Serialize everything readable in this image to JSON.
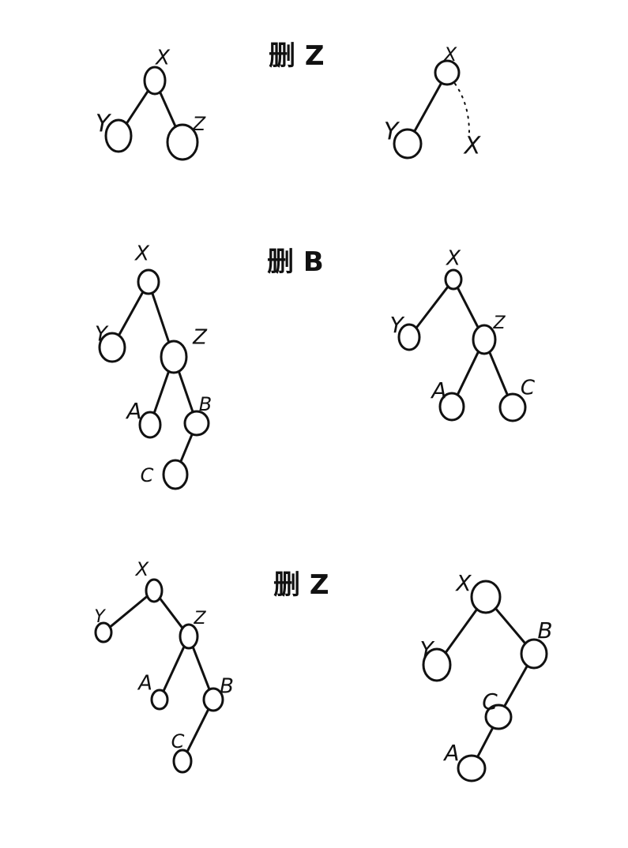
{
  "ink_color": "#111111",
  "diagrams": [
    {
      "title": "删 Z",
      "before": {
        "nodes": [
          {
            "id": "X",
            "label": "X"
          },
          {
            "id": "Y",
            "label": "Y"
          },
          {
            "id": "Z",
            "label": "Z"
          }
        ],
        "edges": [
          [
            "X",
            "Y"
          ],
          [
            "X",
            "Z"
          ]
        ]
      },
      "after": {
        "nodes": [
          {
            "id": "X",
            "label": "X"
          },
          {
            "id": "Y",
            "label": "Y"
          }
        ],
        "edges": [
          [
            "X",
            "Y"
          ]
        ],
        "removed_marker": "X"
      }
    },
    {
      "title": "删 B",
      "before": {
        "nodes": [
          {
            "id": "X",
            "label": "X"
          },
          {
            "id": "Y",
            "label": "Y"
          },
          {
            "id": "Z",
            "label": "Z"
          },
          {
            "id": "A",
            "label": "A"
          },
          {
            "id": "B",
            "label": "B"
          },
          {
            "id": "C",
            "label": "C"
          }
        ],
        "edges": [
          [
            "X",
            "Y"
          ],
          [
            "X",
            "Z"
          ],
          [
            "Z",
            "A"
          ],
          [
            "Z",
            "B"
          ],
          [
            "B",
            "C"
          ]
        ]
      },
      "after": {
        "nodes": [
          {
            "id": "X",
            "label": "X"
          },
          {
            "id": "Y",
            "label": "Y"
          },
          {
            "id": "Z",
            "label": "Z"
          },
          {
            "id": "A",
            "label": "A"
          },
          {
            "id": "C",
            "label": "C"
          }
        ],
        "edges": [
          [
            "X",
            "Y"
          ],
          [
            "X",
            "Z"
          ],
          [
            "Z",
            "A"
          ],
          [
            "Z",
            "C"
          ]
        ]
      }
    },
    {
      "title": "删 Z",
      "before": {
        "nodes": [
          {
            "id": "X",
            "label": "X"
          },
          {
            "id": "Y",
            "label": "Y"
          },
          {
            "id": "Z",
            "label": "Z"
          },
          {
            "id": "A",
            "label": "A"
          },
          {
            "id": "B",
            "label": "B"
          },
          {
            "id": "C",
            "label": "C"
          }
        ],
        "edges": [
          [
            "X",
            "Y"
          ],
          [
            "X",
            "Z"
          ],
          [
            "Z",
            "A"
          ],
          [
            "Z",
            "B"
          ],
          [
            "B",
            "C"
          ]
        ]
      },
      "after": {
        "nodes": [
          {
            "id": "X",
            "label": "X"
          },
          {
            "id": "Y",
            "label": "Y"
          },
          {
            "id": "B",
            "label": "B"
          },
          {
            "id": "C",
            "label": "C"
          },
          {
            "id": "A",
            "label": "A"
          }
        ],
        "edges": [
          [
            "X",
            "Y"
          ],
          [
            "X",
            "B"
          ],
          [
            "B",
            "C"
          ],
          [
            "C",
            "A"
          ]
        ]
      }
    }
  ]
}
